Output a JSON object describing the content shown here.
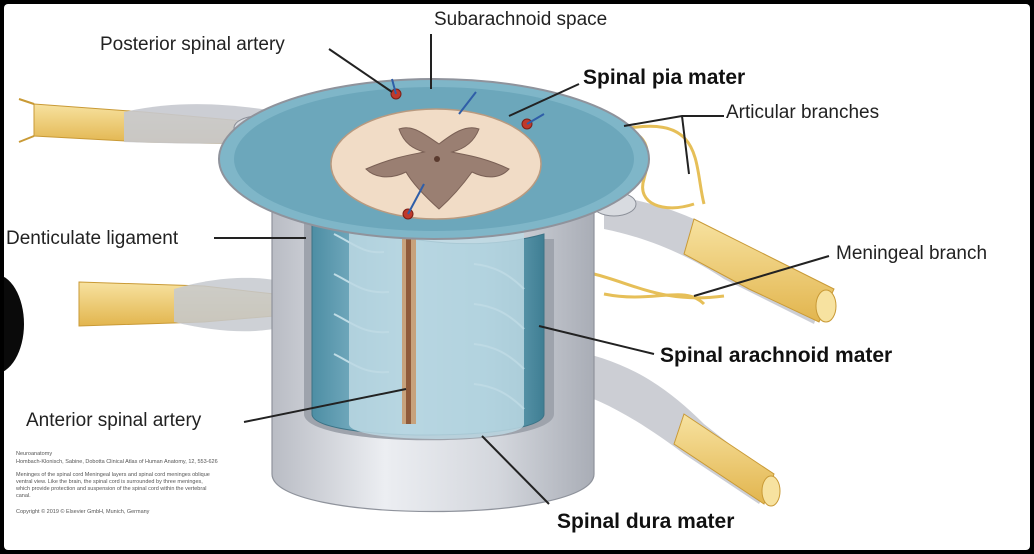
{
  "diagram": {
    "labels": {
      "subarachnoid_space": "Subarachnoid space",
      "posterior_spinal_artery": "Posterior spinal artery",
      "spinal_pia_mater": "Spinal pia mater",
      "articular_branches": "Articular branches",
      "denticulate_ligament": "Denticulate ligament",
      "meningeal_branch": "Meningeal branch",
      "spinal_arachnoid_mater": "Spinal arachnoid mater",
      "anterior_spinal_artery": "Anterior spinal artery",
      "spinal_dura_mater": "Spinal dura mater"
    },
    "caption": {
      "line1": "Neuroanatomy",
      "line2": "Hombach-Klonisch, Sabine, Dobotta Clinical Atlas of Human Anatomy, 12, 553-626",
      "line3": "Meninges of the spinal cord Meningeal layers and spinal cord meninges oblique",
      "line4": "ventral view. Like the brain, the spinal cord is surrounded by three meninges,",
      "line5": "which provide protection and suspension of the spinal cord within the vertebral",
      "line6": "canal.",
      "copyright": "Copyright © 2019 © Elsevier GmbH, Munich, Germany"
    },
    "colors": {
      "nerve": "#f2d27a",
      "dura": "#c9ccd3",
      "arachnoid": "#7fb6c8",
      "cord": "#f1dcc6",
      "gray_matter": "#9a7f72",
      "artery": "#c0392b"
    }
  }
}
